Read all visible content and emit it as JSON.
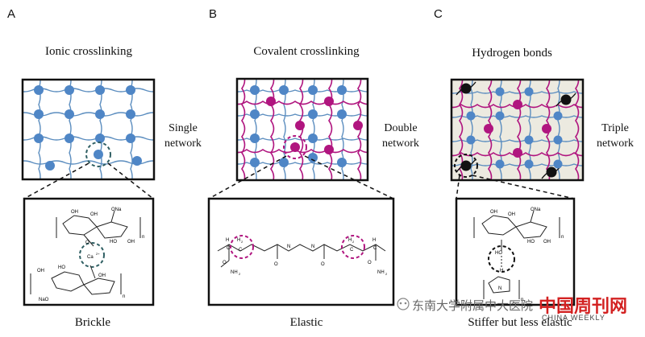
{
  "panels": [
    {
      "letter": "A",
      "title": "Ionic crosslinking",
      "side_label_line1": "Single",
      "side_label_line2": "network",
      "caption": "Brickle"
    },
    {
      "letter": "B",
      "title": "Covalent crosslinking",
      "side_label_line1": "Double",
      "side_label_line2": "network",
      "caption": "Elastic"
    },
    {
      "letter": "C",
      "title": "Hydrogen bonds",
      "side_label_line1": "Triple",
      "side_label_line2": "network",
      "caption": "Stiffer but less elastic"
    }
  ],
  "chem_labels": {
    "ona": "ONa",
    "oh": "OH",
    "ho": "HO",
    "nao": "NaO",
    "o": "O",
    "n": "n",
    "ca": "Ca",
    "ca_charge": "2+",
    "h2": "H",
    "h_sub": "2",
    "c": "C",
    "h": "H",
    "nh": "N",
    "nh2": "NH",
    "nh2_sub": "2",
    "n_ring": "N"
  },
  "watermark": {
    "logo_text": "东南大学附属中大医院",
    "brand": "中国周刊网",
    "brand_en": "CHINA WEEKLY"
  },
  "colors": {
    "blue_node": "#4f86c6",
    "blue_line": "#5b8dbf",
    "magenta": "#b0157f",
    "black_node": "#111111",
    "triple_bg": "#eceae0",
    "dash_teal": "#2f5f63",
    "dash_magenta": "#b0157f"
  }
}
